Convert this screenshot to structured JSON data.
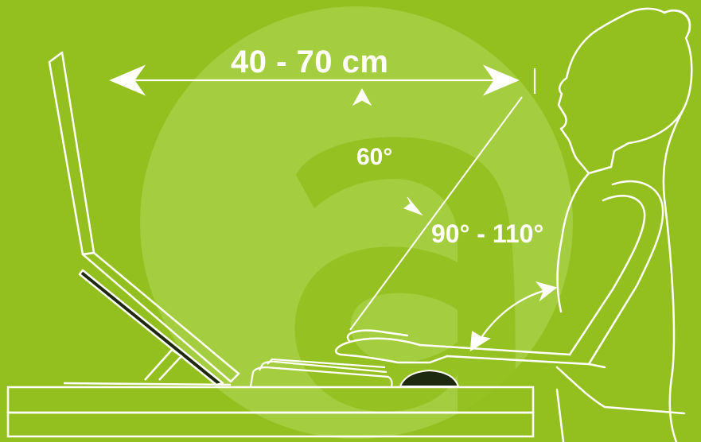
{
  "diagram": {
    "colors": {
      "background": "#93c01f",
      "line": "#ffffff",
      "watermark": "#b4d65a"
    },
    "labels": {
      "distance": "40 - 70 cm",
      "angle_view": "60°",
      "angle_elbow": "90° - 110°"
    },
    "elements": [
      "laptop-on-stand",
      "keyboard",
      "mouse",
      "desk",
      "seated-person-silhouette",
      "watermark-logo"
    ]
  }
}
